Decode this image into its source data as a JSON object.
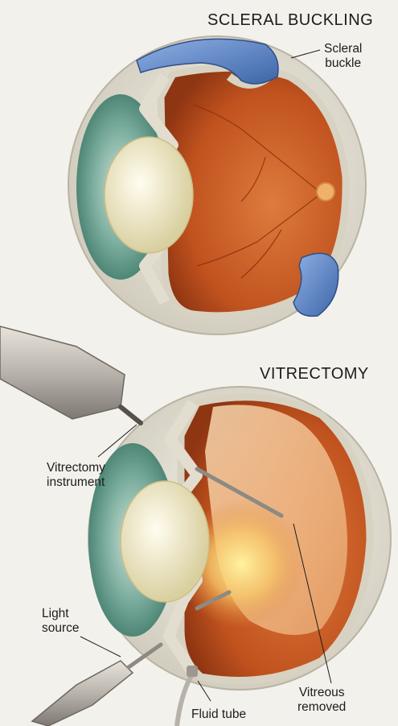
{
  "sections": {
    "scleral": {
      "title": "SCLERAL BUCKLING"
    },
    "vitrectomy": {
      "title": "VITRECTOMY"
    }
  },
  "labels": {
    "scleral_buckle": {
      "line1": "Scleral",
      "line2": "buckle"
    },
    "vitrectomy_instrument": {
      "line1": "Vitrectomy",
      "line2": "instrument"
    },
    "light_source": {
      "line1": "Light",
      "line2": "source"
    },
    "vitreous_removed": {
      "line1": "Vitreous",
      "line2": "removed"
    },
    "fluid_tube": {
      "line1": "Fluid tube"
    }
  },
  "colors": {
    "background": "#f3f1ec",
    "sclera": "#e6e2d6",
    "retina": "#c0521e",
    "buckle": "#5f87c8",
    "iris": "#7fb0a1",
    "lens": "#eee8c8",
    "vitreous": "#f1c08a",
    "instrument": "#b8b3ab"
  }
}
